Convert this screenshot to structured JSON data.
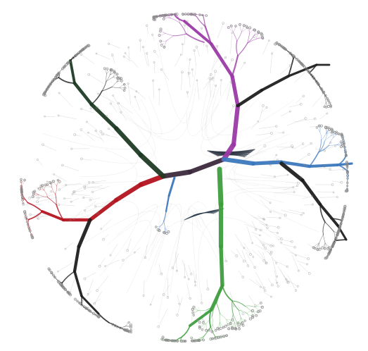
{
  "diagram": {
    "type": "radial-bundled-tree",
    "title": "",
    "background": "#ffffff",
    "node_color": "#8c8c8c",
    "leaf_edge_color": "#b8b8b8",
    "branches": [
      {
        "key": "magenta",
        "color": "#9b3aa6"
      },
      {
        "key": "dark-green",
        "color": "#1e3a24"
      },
      {
        "key": "red",
        "color": "#b3141f"
      },
      {
        "key": "green",
        "color": "#3e9e3e"
      },
      {
        "key": "blue",
        "color": "#3c78bd"
      },
      {
        "key": "black",
        "color": "#1f1f1f"
      }
    ]
  }
}
